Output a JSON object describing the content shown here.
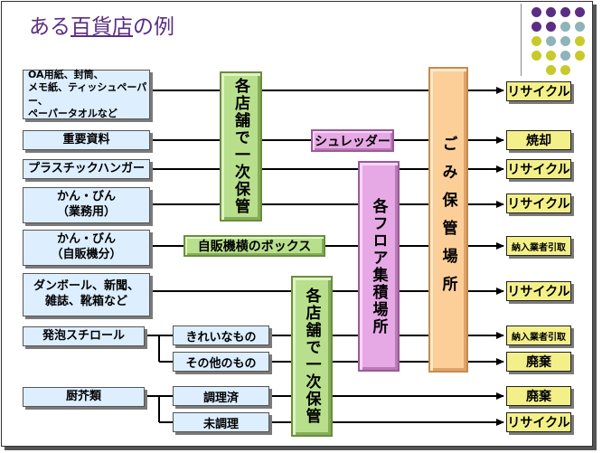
{
  "title": {
    "prefix": "ある",
    "emphasis": "百貨店",
    "suffix": "の例"
  },
  "colors": {
    "title": "#5a2d82",
    "dot_purple": "#5c2d84",
    "dot_teal": "#8fb3b8",
    "dot_yellow": "#c9c92a"
  },
  "sources": {
    "paper": "OA用紙、封筒、\nメモ紙、ティッシュペーパー、\nペーパータオルなど",
    "important_docs": "重要資料",
    "plastic_hangers": "プラスチックハンガー",
    "cans_business": "かん・びん\n（業務用）",
    "cans_vending": "かん・びん\n（自販機分）",
    "cardboard": "ダンボール、新聞、\n雑誌、靴箱など",
    "styrofoam": "発泡スチロール",
    "kitchen_waste": "厨芥類"
  },
  "sub_items": {
    "clean": "きれいなもの",
    "other": "その他のもの",
    "cooked": "調理済",
    "uncooked": "未調理"
  },
  "stages": {
    "store_primary_top": "各店舗で一次保管",
    "store_primary_bottom": "各店舗で一次保管",
    "floor_collection": "各フロア集積場所",
    "garbage_storage": "ごみ保管場所",
    "shredder": "シュレッダー",
    "vending_box": "自販機横のボックス"
  },
  "destinations": {
    "d1": "リサイクル",
    "d2": "焼却",
    "d3": "リサイクル",
    "d4": "リサイクル",
    "d5": "納入業者引取",
    "d6": "リサイクル",
    "d7": "納入業者引取",
    "d8": "廃棄",
    "d9": "廃棄",
    "d10": "リサイクル"
  }
}
